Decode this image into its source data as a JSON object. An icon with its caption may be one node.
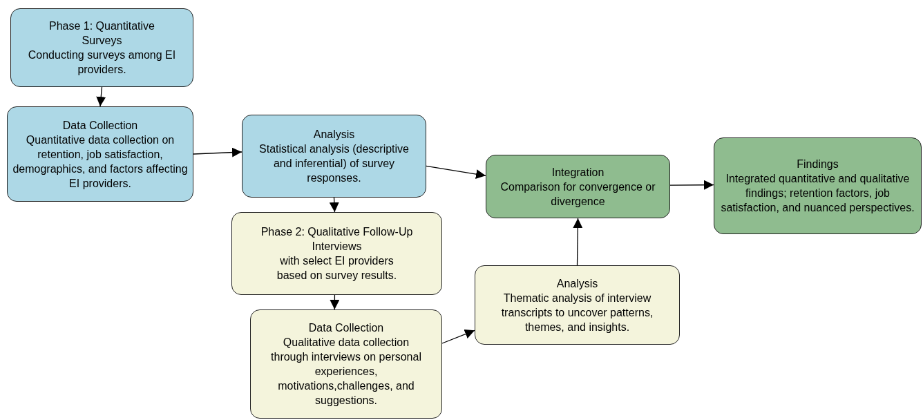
{
  "diagram": {
    "nodes": [
      {
        "text": [
          "Phase 1: Quantitative Surveys",
          "Conducting surveys among EI providers."
        ]
      },
      {
        "text": [
          "Data Collection",
          "Quantitative data collection on retention, job satisfaction, demographics, and factors affecting EI providers."
        ]
      },
      {
        "text": [
          "Analysis",
          "Statistical analysis (descriptive and inferential) of survey responses."
        ]
      },
      {
        "text": [
          "Phase 2: Qualitative Follow-Up Interviews",
          "with select EI providers based on survey results."
        ]
      },
      {
        "text": [
          "Data Collection",
          "Qualitative data collection through interviews on personal experiences, motivations,challenges, and suggestions."
        ]
      },
      {
        "text": [
          "Analysis",
          "Thematic analysis of interview transcripts to uncover patterns, themes, and insights."
        ]
      },
      {
        "text": [
          "Integration",
          "Comparison for convergence or divergence"
        ]
      },
      {
        "text": [
          "Findings",
          "Integrated quantitative and qualitative findings; retention factors, job satisfaction, and nuanced perspectives."
        ]
      }
    ],
    "edges": [
      {
        "from": 0,
        "to": 1,
        "arrow": "to"
      },
      {
        "from": 1,
        "to": 2,
        "arrow": "to"
      },
      {
        "from": 2,
        "to": 6,
        "arrow": "to"
      },
      {
        "from": 2,
        "to": 3,
        "arrow": "to"
      },
      {
        "from": 3,
        "to": 4,
        "arrow": "to"
      },
      {
        "from": 4,
        "to": 5,
        "arrow": "to"
      },
      {
        "from": 5,
        "to": 6,
        "arrow": "to"
      },
      {
        "from": 6,
        "to": 7,
        "arrow": "to"
      }
    ]
  }
}
